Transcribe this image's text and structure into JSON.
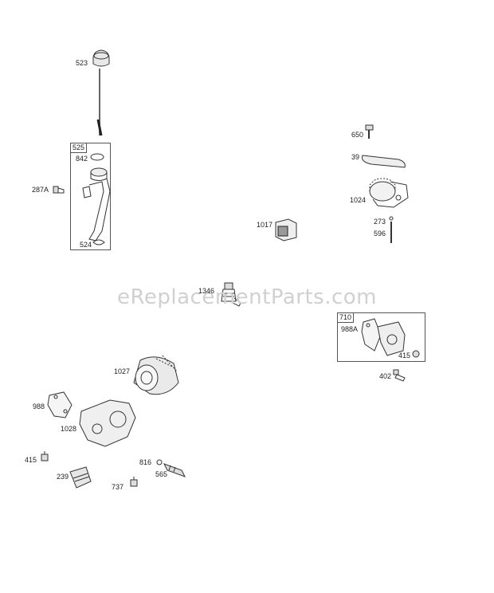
{
  "watermark": "eReplacementParts.com",
  "groups": {
    "g525": "525",
    "g710": "710"
  },
  "parts": {
    "p523": "523",
    "p842": "842",
    "p287A": "287A",
    "p524": "524",
    "p650": "650",
    "p39": "39",
    "p1024": "1024",
    "p273": "273",
    "p596": "596",
    "p1017": "1017",
    "p1346": "1346",
    "p988A": "988A",
    "p415a": "415",
    "p402": "402",
    "p1027": "1027",
    "p988": "988",
    "p1028": "1028",
    "p415b": "415",
    "p239": "239",
    "p816": "816",
    "p565": "565",
    "p737": "737"
  }
}
